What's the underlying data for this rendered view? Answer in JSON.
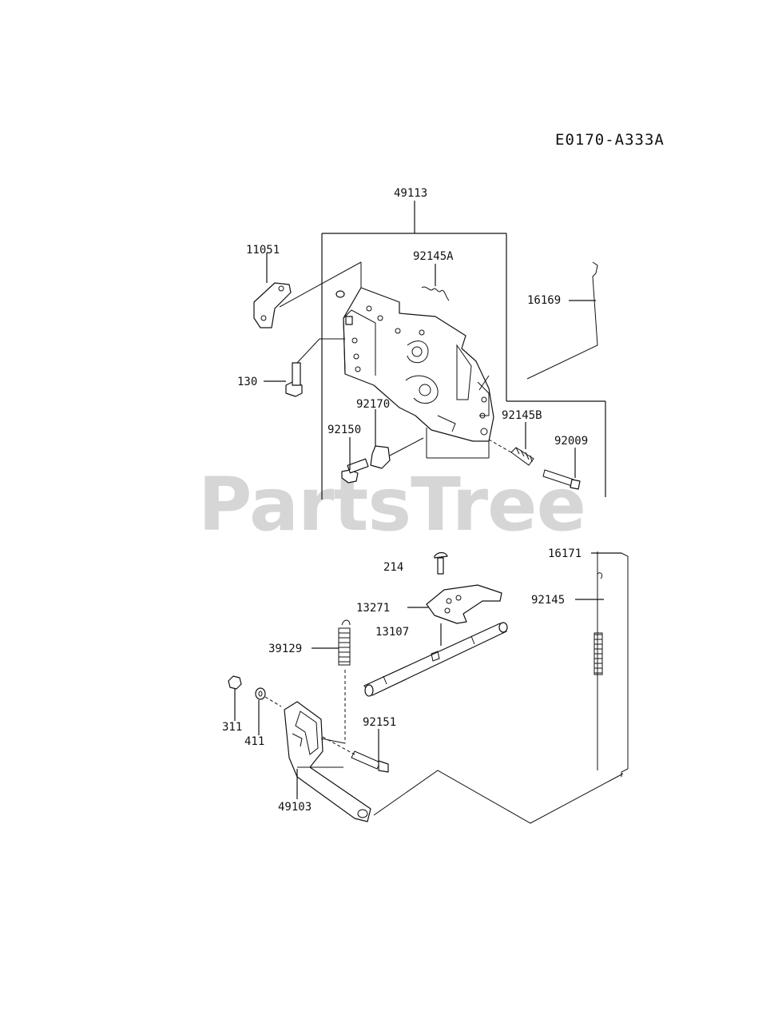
{
  "diagram_code": "E0170-A333A",
  "watermark": "PartsTree",
  "parts": {
    "p49113": "49113",
    "p92145A": "92145A",
    "p11051": "11051",
    "p16169": "16169",
    "p130": "130",
    "p92170": "92170",
    "p92145B": "92145B",
    "p92150": "92150",
    "p92009": "92009",
    "p16171": "16171",
    "p214": "214",
    "p13271": "13271",
    "p92145": "92145",
    "p13107": "13107",
    "p39129": "39129",
    "p311": "311",
    "p411": "411",
    "p92151": "92151",
    "p49103": "49103"
  }
}
